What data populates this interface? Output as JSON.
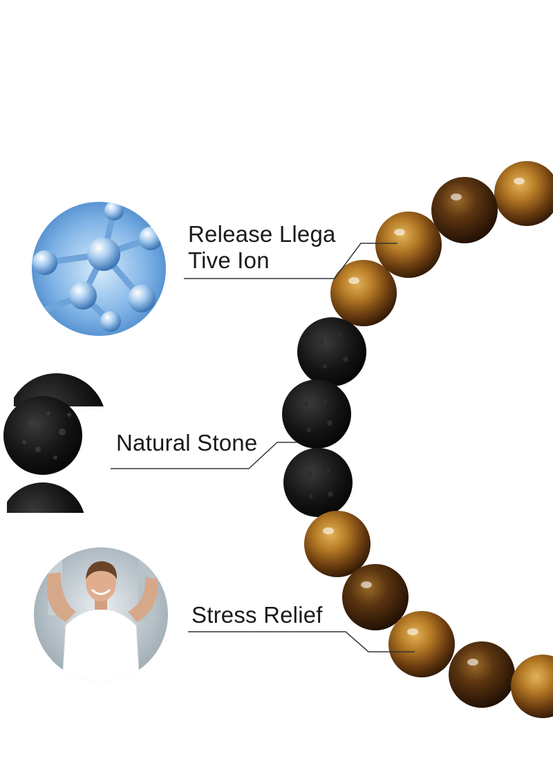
{
  "features": [
    {
      "id": "ion",
      "lines": [
        "Release Llega",
        "Tive Ion"
      ],
      "icon": "molecule-icon"
    },
    {
      "id": "stone",
      "lines": [
        "Natural Stone"
      ],
      "icon": "lava-stone-icon"
    },
    {
      "id": "stress",
      "lines": [
        "Stress Relief"
      ],
      "icon": "relaxed-man-photo"
    }
  ],
  "colors": {
    "background": "#ffffff",
    "text": "#1a1a1a",
    "leader_line": "#333333",
    "tiger_eye_dark": "#3a1f08",
    "tiger_eye_gold": "#c28a2c",
    "lava_stone": "#151515",
    "molecule_blue": "#4a86c8"
  }
}
